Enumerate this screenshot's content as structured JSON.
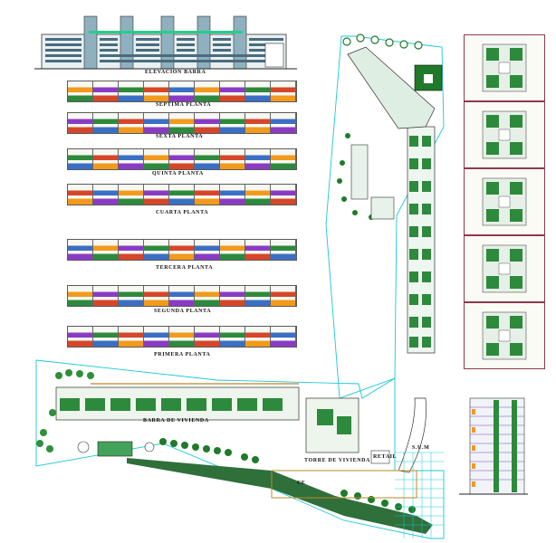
{
  "drawing": {
    "elevation_title": "ELEVACION BARRA",
    "floor_plans": [
      {
        "label": "SEPTIMA PLANTA"
      },
      {
        "label": "SEXTA PLANTA"
      },
      {
        "label": "QUINTA PLANTA"
      },
      {
        "label": "CUARTA PLANTA"
      },
      {
        "label": "TERCERA PLANTA"
      },
      {
        "label": "SEGUNDA PLANTA"
      },
      {
        "label": "PRIMERA PLANTA"
      }
    ],
    "site_labels": {
      "barra": "BARRA DE VIVIENDA",
      "torre": "TORRE DE VIVIENDA",
      "sum": "S.U.M",
      "retail": "RETAIL",
      "ce": "CE"
    },
    "colors": {
      "line_cyan": "#19c8d8",
      "plan_orange": "#f29a1c",
      "plan_purple": "#8a3bc4",
      "plan_green": "#2d8a3c",
      "tree_green": "#1f7a2a",
      "panel_border": "#8c3a4e",
      "grass_green": "#44a35a"
    }
  }
}
